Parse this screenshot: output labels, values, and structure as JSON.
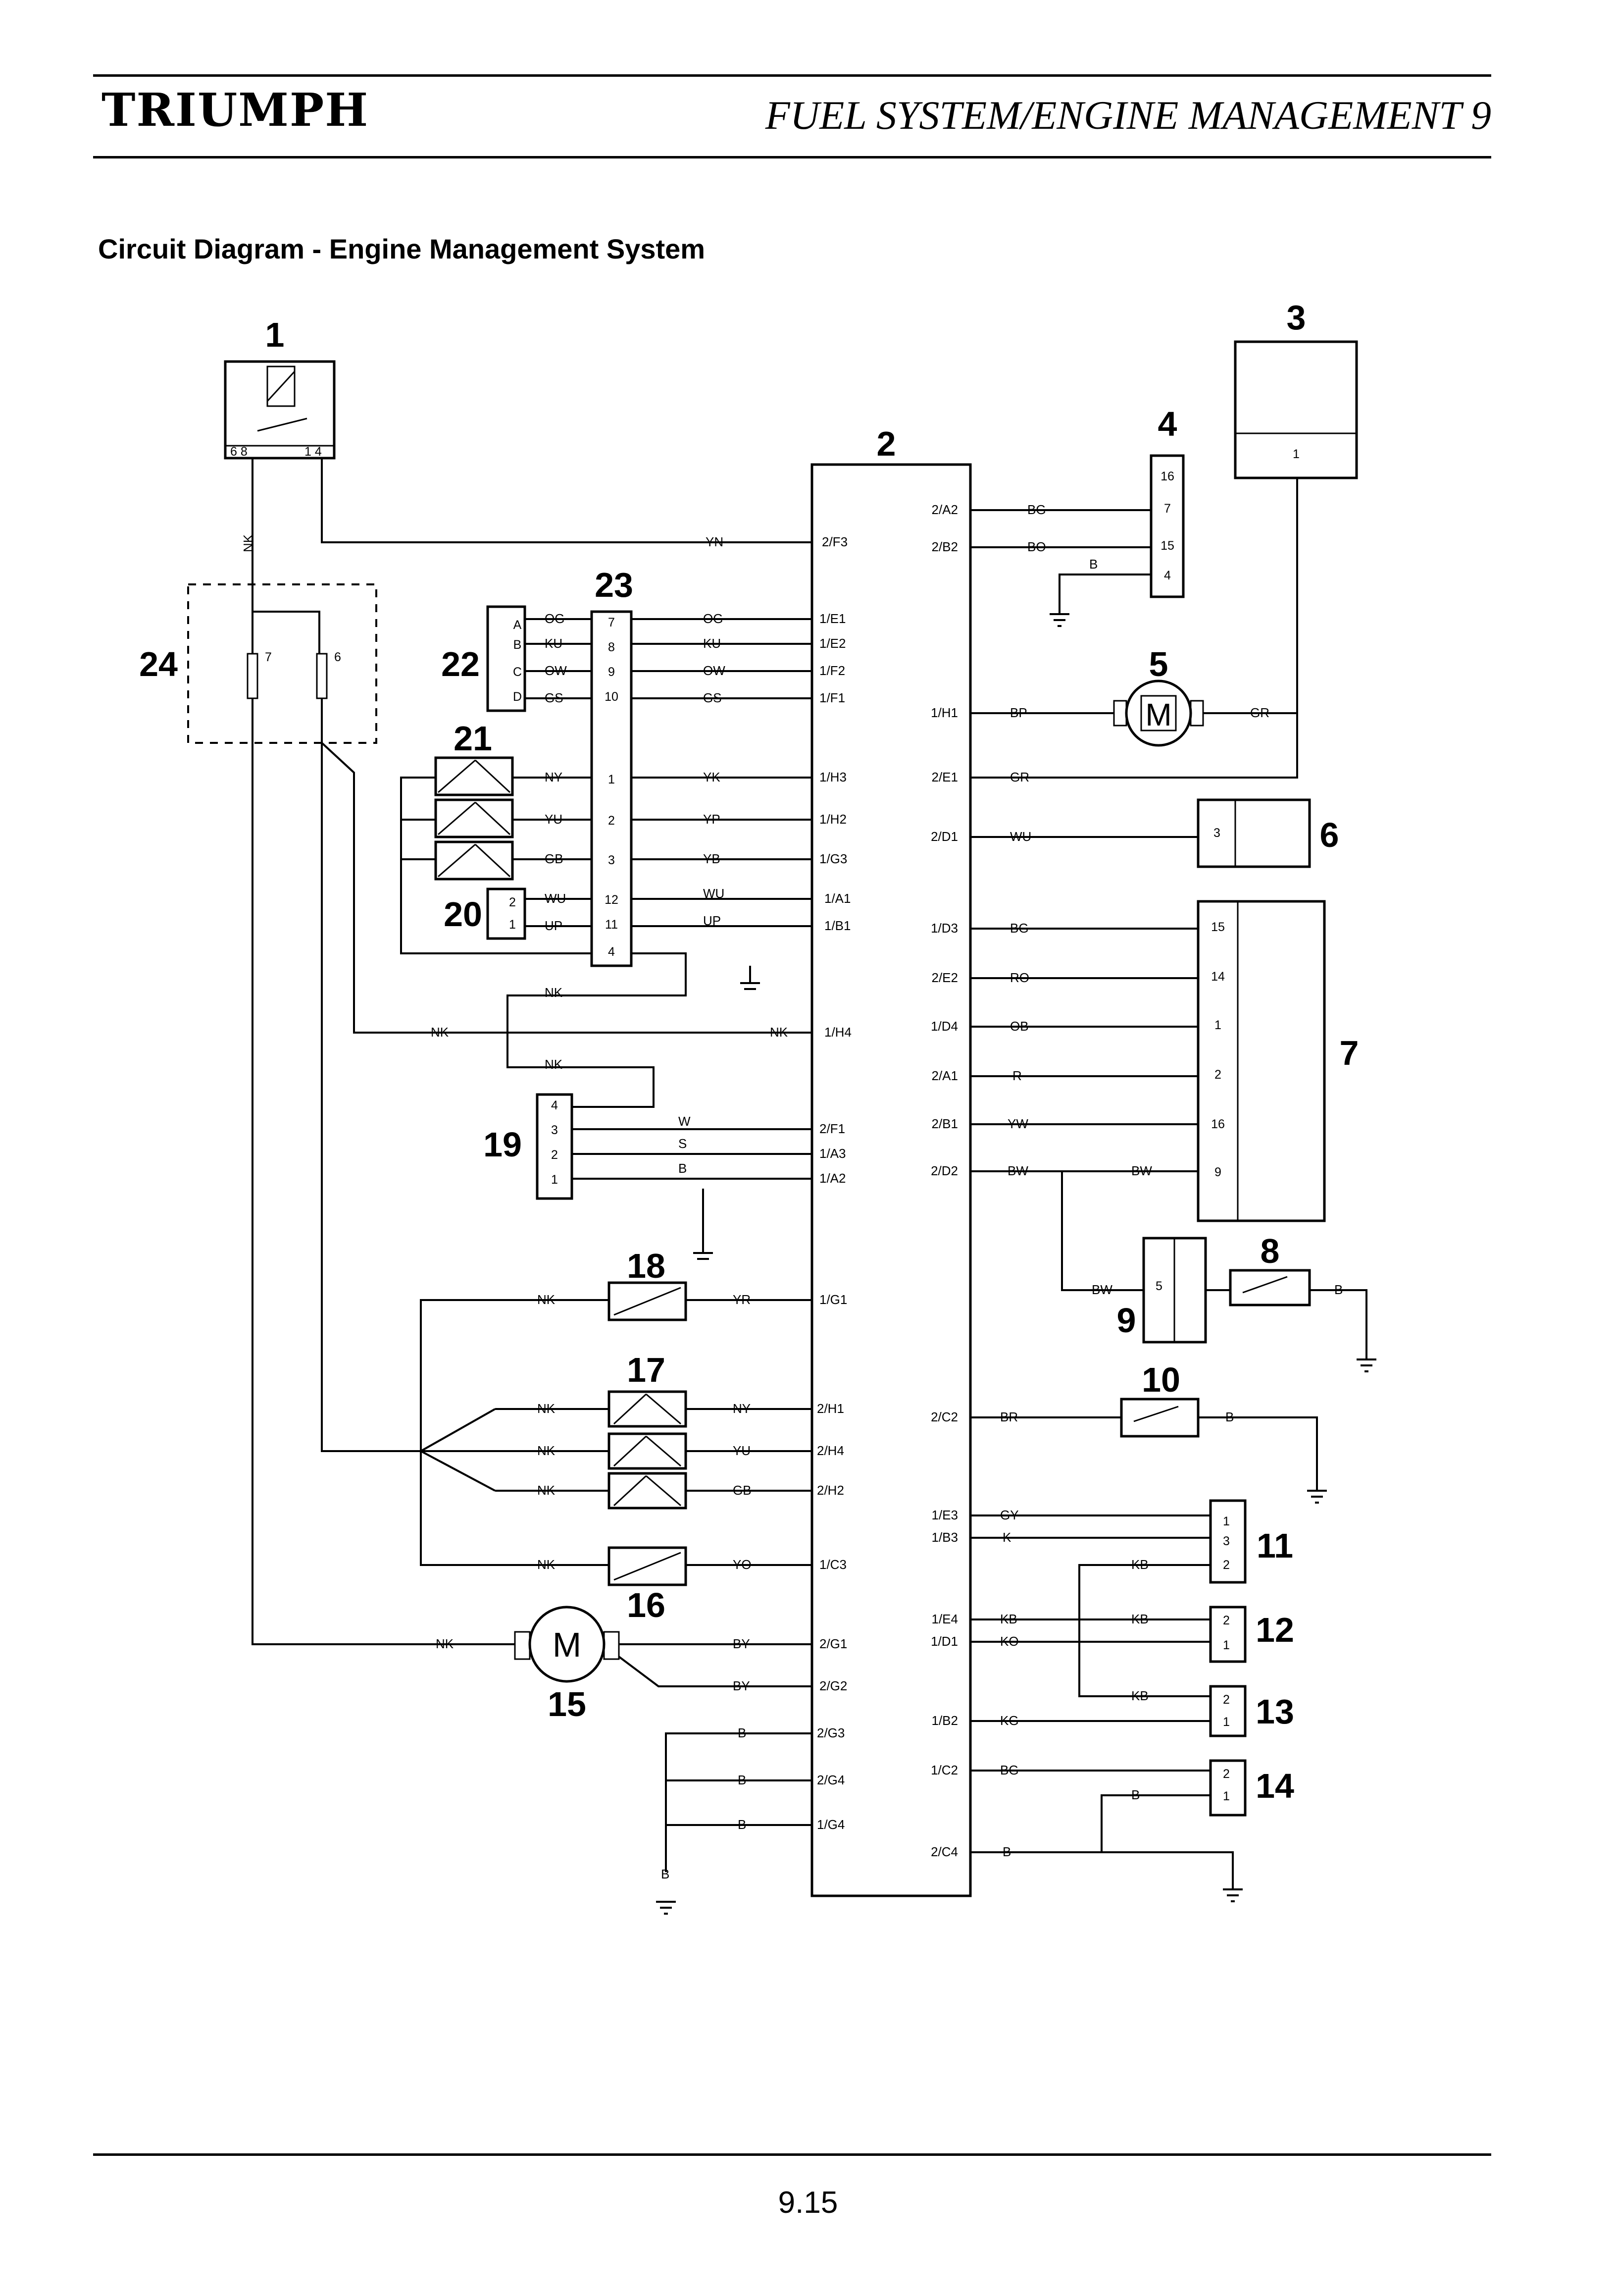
{
  "header": {
    "brand": "TRIUMPH",
    "chapter_title": "FUEL SYSTEM/ENGINE MANAGEMENT 9"
  },
  "title": "Circuit Diagram - Engine Management System",
  "page_number": "9.15",
  "components": [
    "1",
    "2",
    "3",
    "4",
    "5",
    "6",
    "7",
    "8",
    "9",
    "10",
    "11",
    "12",
    "13",
    "14",
    "15",
    "16",
    "17",
    "18",
    "19",
    "20",
    "21",
    "22",
    "23",
    "24"
  ],
  "ecu_pins_left": [
    "2/F3",
    "1/E1",
    "1/E2",
    "1/F2",
    "1/F1",
    "1/H3",
    "1/H2",
    "1/G3",
    "1/A1",
    "1/B1",
    "1/H4",
    "2/F1",
    "1/A3",
    "1/A2",
    "1/G1",
    "2/H1",
    "2/H4",
    "2/H2",
    "1/C3",
    "2/G1",
    "2/G2",
    "2/G3",
    "2/G4",
    "1/G4"
  ],
  "ecu_pins_right": [
    "2/A2",
    "2/B2",
    "1/H1",
    "2/E1",
    "2/D1",
    "1/D3",
    "2/E2",
    "1/D4",
    "2/A1",
    "2/B1",
    "2/D2",
    "2/C2",
    "1/E3",
    "1/B3",
    "1/E4",
    "1/D1",
    "1/B2",
    "1/C2",
    "2/C4"
  ],
  "wire_colours": [
    "NK",
    "YN",
    "OG",
    "KU",
    "OW",
    "GS",
    "YK",
    "YP",
    "YB",
    "WU",
    "UP",
    "NY",
    "YU",
    "GB",
    "W",
    "S",
    "B",
    "YR",
    "YO",
    "BY",
    "BG",
    "BO",
    "BP",
    "GR",
    "RO",
    "OB",
    "R",
    "YW",
    "BW",
    "BR",
    "GY",
    "K",
    "KB",
    "KO",
    "KG"
  ]
}
